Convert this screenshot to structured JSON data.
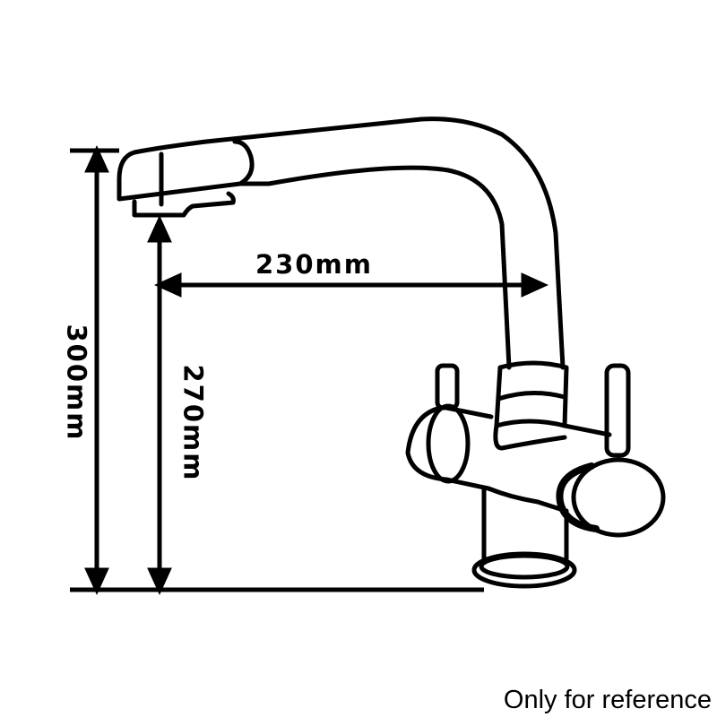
{
  "diagram": {
    "subject": "kitchen-faucet-dimension-drawing",
    "dimensions": {
      "spout_reach": "230mm",
      "total_height": "300mm",
      "spout_clearance_height": "270mm"
    },
    "footnote": "Only for reference",
    "colors": {
      "line": "#000000",
      "background": "#ffffff"
    }
  }
}
